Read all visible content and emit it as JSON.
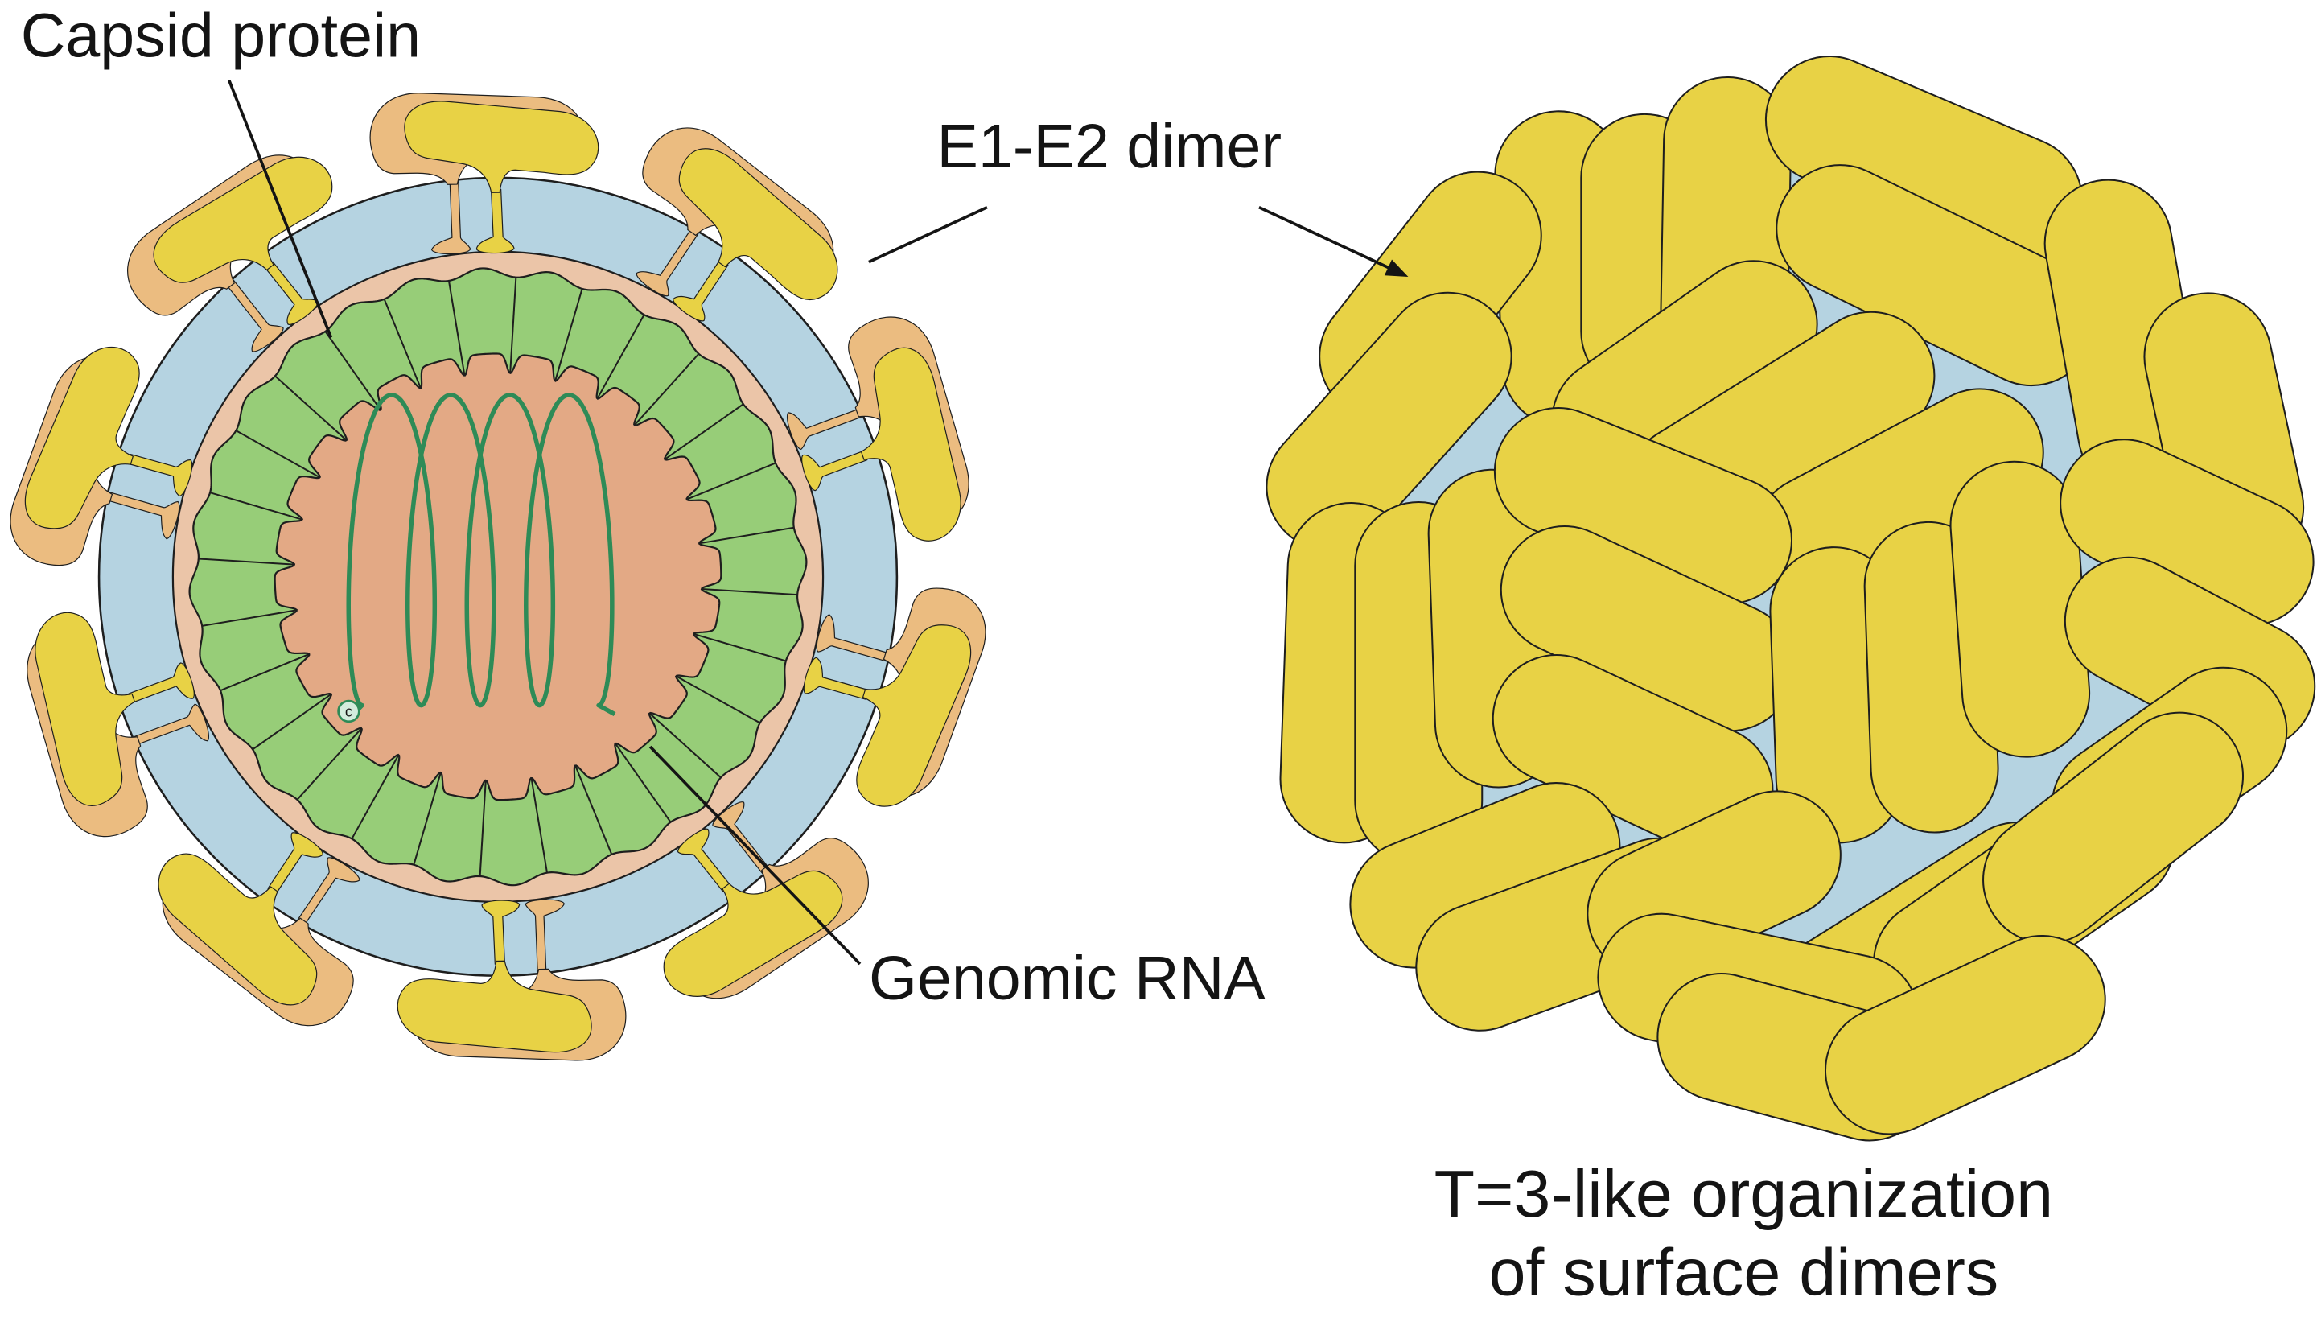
{
  "labels": {
    "capsid_protein": "Capsid protein",
    "e1_e2_dimer": "E1-E2 dimer",
    "genomic_rna": "Genomic RNA",
    "rna_end_marker": "c",
    "surface_caption_line1": "T=3-like organization",
    "surface_caption_line2": "of surface dimers"
  },
  "colors": {
    "core": "#E3A985",
    "capsid": "#97CD78",
    "membrane": "#EBC5A8",
    "envelope": "#B5D3E1",
    "spike_cap": "#E8D245",
    "spike_base": "#EBBC80",
    "rna": "#2E8B57",
    "outline": "#1E1E1E"
  }
}
